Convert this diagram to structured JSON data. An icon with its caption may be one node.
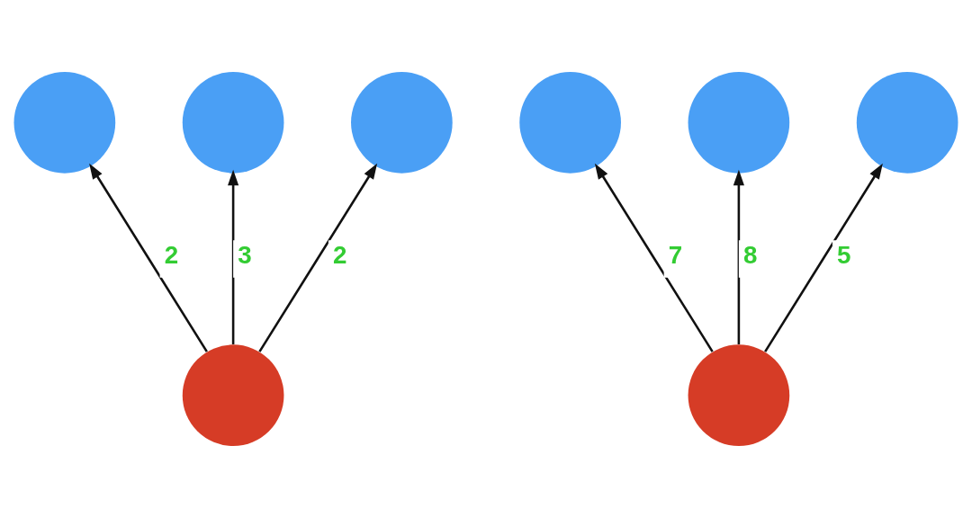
{
  "diagram": {
    "nodes": [
      {
        "text": [],
        "shape": "circle"
      },
      {
        "text": [],
        "shape": "circle"
      },
      {
        "text": [],
        "shape": "circle"
      },
      {
        "text": [],
        "shape": "circle"
      },
      {
        "text": [],
        "shape": "circle"
      },
      {
        "text": [],
        "shape": "circle"
      },
      {
        "text": [],
        "shape": "circle"
      },
      {
        "text": [],
        "shape": "circle"
      }
    ],
    "edges": [
      {
        "from": 3,
        "to": 2,
        "arrow": "to",
        "label": "2"
      },
      {
        "from": 3,
        "to": 0,
        "arrow": "to",
        "label": "3"
      },
      {
        "from": 3,
        "to": 1,
        "arrow": "to",
        "label": "2"
      },
      {
        "from": 7,
        "to": 4,
        "arrow": "to",
        "label": "7"
      },
      {
        "from": 7,
        "to": 5,
        "arrow": "to",
        "label": "8"
      },
      {
        "from": 7,
        "to": 6,
        "arrow": "to",
        "label": "5"
      }
    ]
  }
}
